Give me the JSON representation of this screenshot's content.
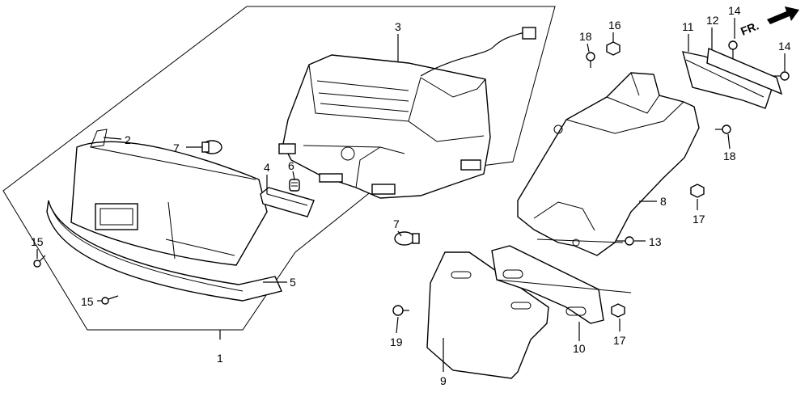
{
  "diagram": {
    "direction_label": "FR.",
    "callouts": {
      "c1": "1",
      "c2": "2",
      "c3": "3",
      "c4": "4",
      "c5": "5",
      "c6": "6",
      "c7a": "7",
      "c7b": "7",
      "c8": "8",
      "c9": "9",
      "c10": "10",
      "c11": "11",
      "c12": "12",
      "c13": "13",
      "c14a": "14",
      "c14b": "14",
      "c15a": "15",
      "c15b": "15",
      "c16": "16",
      "c17a": "17",
      "c17b": "17",
      "c18a": "18",
      "c18b": "18",
      "c19": "19"
    }
  }
}
